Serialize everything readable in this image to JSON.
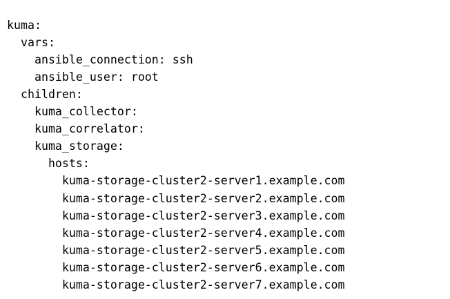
{
  "document": {
    "type": "yaml-inventory",
    "background_color": "#ffffff",
    "text_color": "#000000",
    "lines": [
      "kuma:",
      "  vars:",
      "    ansible_connection: ssh",
      "    ansible_user: root",
      "  children:",
      "    kuma_collector:",
      "    kuma_correlator:",
      "    kuma_storage:",
      "      hosts:",
      "        kuma-storage-cluster2-server1.example.com",
      "        kuma-storage-cluster2-server2.example.com",
      "        kuma-storage-cluster2-server3.example.com",
      "        kuma-storage-cluster2-server4.example.com",
      "        kuma-storage-cluster2-server5.example.com",
      "        kuma-storage-cluster2-server6.example.com",
      "        kuma-storage-cluster2-server7.example.com"
    ]
  }
}
